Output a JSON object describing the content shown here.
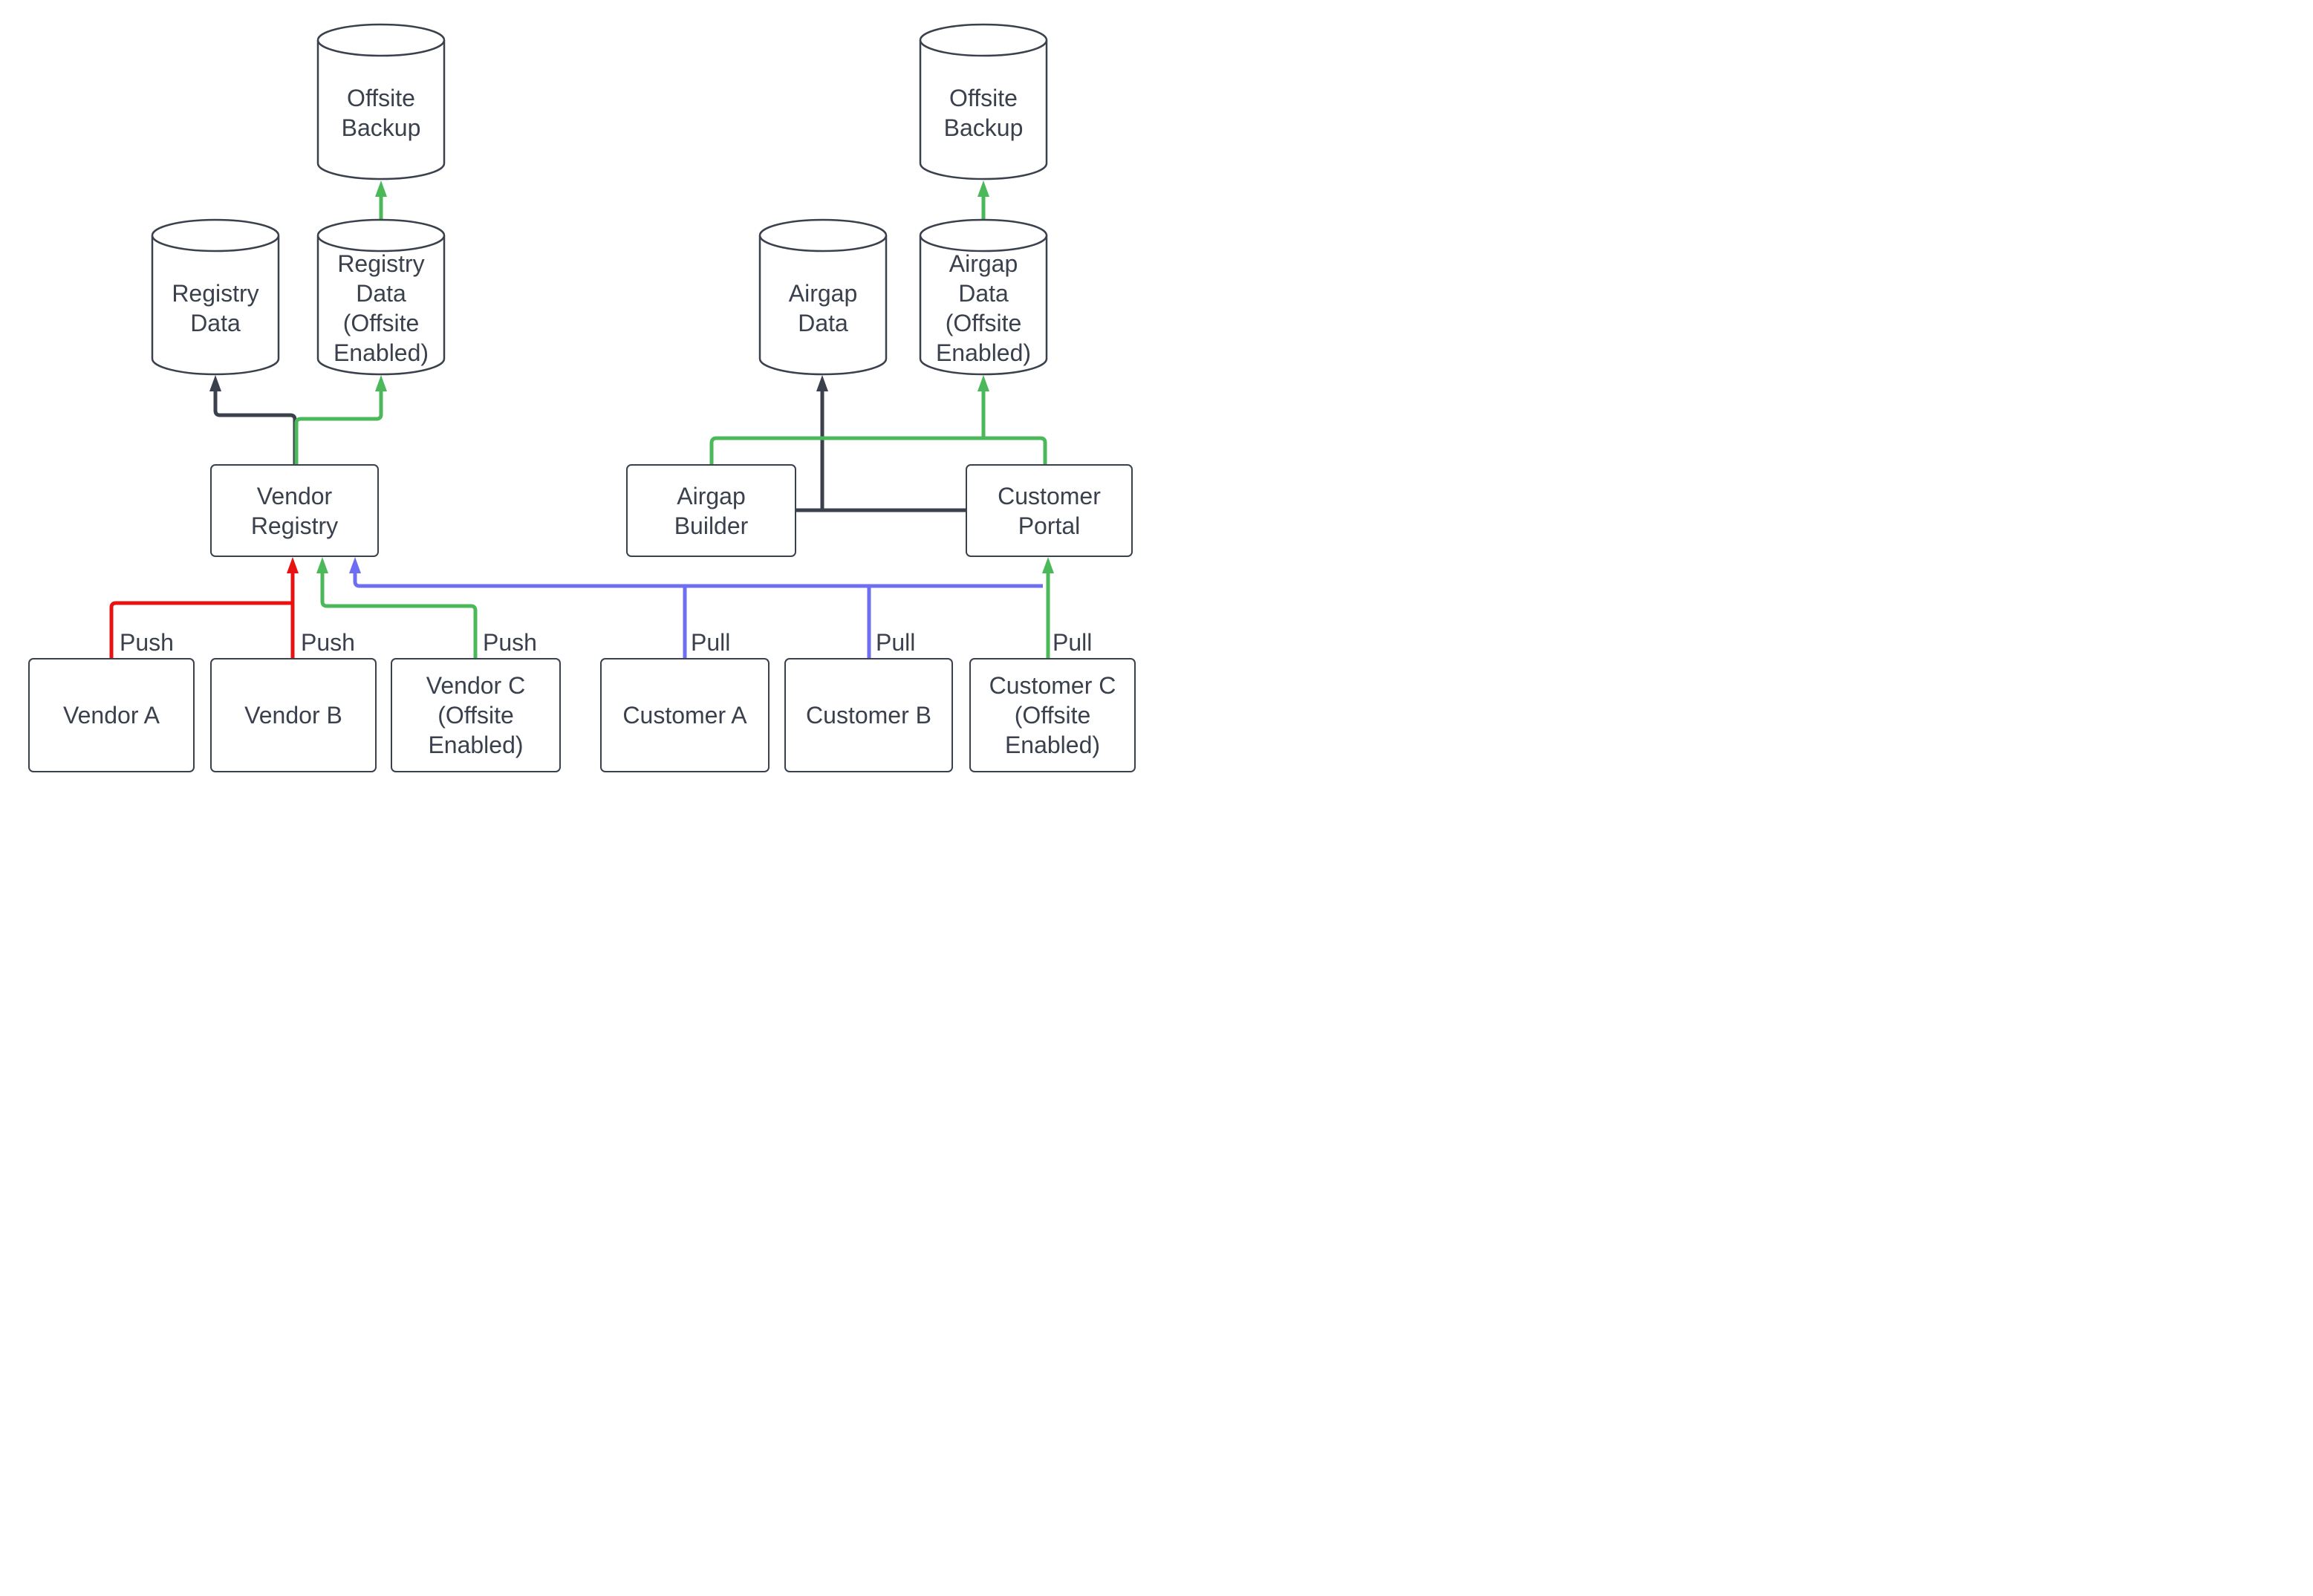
{
  "colors": {
    "dark": "#3a414d",
    "green": "#4bb95a",
    "red": "#e81212",
    "blue": "#6e6ef0"
  },
  "nodes": {
    "offsite_backup_left": "Offsite\nBackup",
    "offsite_backup_right": "Offsite\nBackup",
    "registry_data": "Registry\nData",
    "registry_data_offsite": "Registry\nData\n(Offsite\nEnabled)",
    "airgap_data": "Airgap\nData",
    "airgap_data_offsite": "Airgap\nData\n(Offsite\nEnabled)",
    "vendor_registry": "Vendor\nRegistry",
    "airgap_builder": "Airgap\nBuilder",
    "customer_portal": "Customer\nPortal",
    "vendor_a": "Vendor A",
    "vendor_b": "Vendor B",
    "vendor_c": "Vendor C\n(Offsite\nEnabled)",
    "customer_a": "Customer A",
    "customer_b": "Customer B",
    "customer_c": "Customer C\n(Offsite\nEnabled)"
  },
  "edge_labels": {
    "push_a": "Push",
    "push_b": "Push",
    "push_c": "Push",
    "pull_a": "Pull",
    "pull_b": "Pull",
    "pull_c": "Pull"
  }
}
